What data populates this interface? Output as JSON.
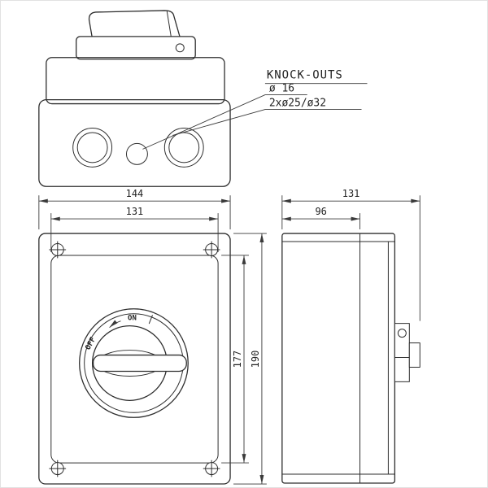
{
  "drawing": {
    "kind": "technical-drawing-enclosure-switch",
    "labels": {
      "knockouts": "KNOCK-OUTS",
      "knockout_small": "ø 16",
      "knockout_large": "2xø25/ø32"
    },
    "dims": {
      "front_width_outer": "144",
      "front_width_inner": "131",
      "front_height_inner": "177",
      "front_height_outer": "190",
      "side_depth_total": "131",
      "side_depth_body": "96"
    },
    "switch": {
      "on": "ON",
      "off": "OFF"
    },
    "colors": {
      "line": "#2e2e2e",
      "background": "#ffffff"
    }
  }
}
